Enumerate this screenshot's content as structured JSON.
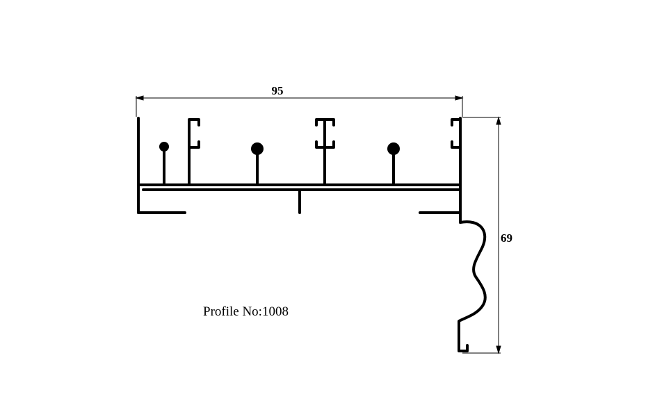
{
  "dimensions": {
    "width_label": "95",
    "height_label": "69"
  },
  "profile": {
    "caption": "Profile No:1008"
  }
}
